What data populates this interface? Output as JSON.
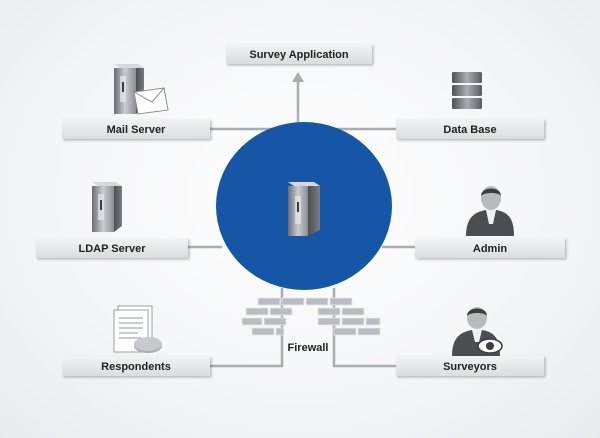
{
  "nodes": {
    "survey_application": "Survey Application",
    "mail_server": "Mail Server",
    "data_base": "Data Base",
    "ldap_server": "LDAP Server",
    "admin": "Admin",
    "respondents": "Respondents",
    "surveyors": "Surveyors",
    "firewall": "Firewall"
  },
  "colors": {
    "hub": "#1556a6",
    "box": "#e2e4e7",
    "line": "#a9acb0"
  },
  "icons": {
    "hub": "server-icon",
    "mail_server": "mail-server-icon",
    "data_base": "database-icon",
    "ldap_server": "server-icon",
    "admin": "user-icon",
    "respondents": "document-icon",
    "surveyors": "user-eye-icon",
    "firewall": "brick-wall-icon"
  }
}
